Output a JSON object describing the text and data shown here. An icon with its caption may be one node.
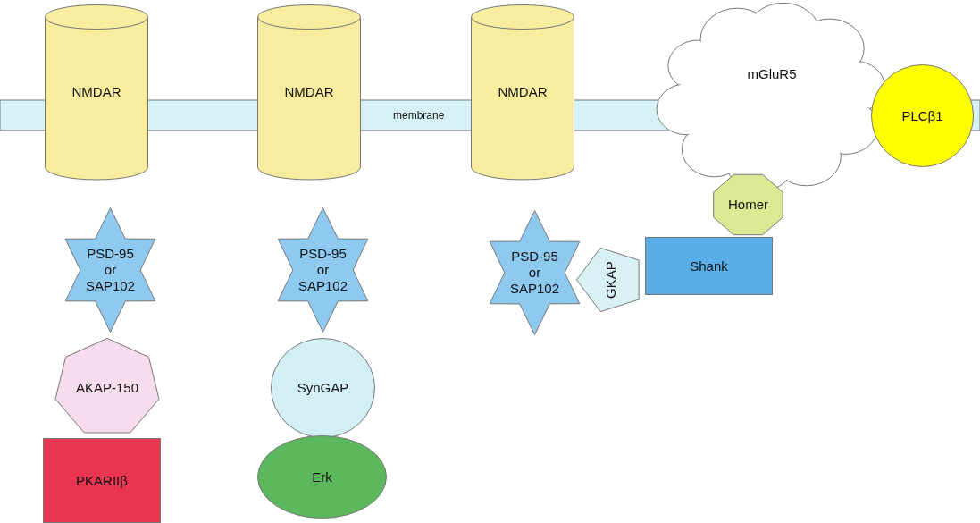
{
  "diagram": {
    "nodes": [
      {
        "text": [
          "membrane"
        ]
      },
      {
        "text": [
          "NMDAR"
        ]
      },
      {
        "text": [
          "NMDAR"
        ]
      },
      {
        "text": [
          "NMDAR"
        ]
      },
      {
        "text": [
          "mGluR5"
        ]
      },
      {
        "text": [
          "PLCβ1"
        ]
      },
      {
        "text": [
          "PSD-95 or SAP102"
        ]
      },
      {
        "text": [
          "PSD-95 or SAP102"
        ]
      },
      {
        "text": [
          "PSD-95 or SAP102"
        ]
      },
      {
        "text": [
          "AKAP-150"
        ]
      },
      {
        "text": [
          "PKARIIβ"
        ]
      },
      {
        "text": [
          "SynGAP"
        ]
      },
      {
        "text": [
          "Erk"
        ]
      },
      {
        "text": [
          "GKAP"
        ]
      },
      {
        "text": [
          "Shank"
        ]
      },
      {
        "text": [
          "Homer"
        ]
      }
    ]
  }
}
